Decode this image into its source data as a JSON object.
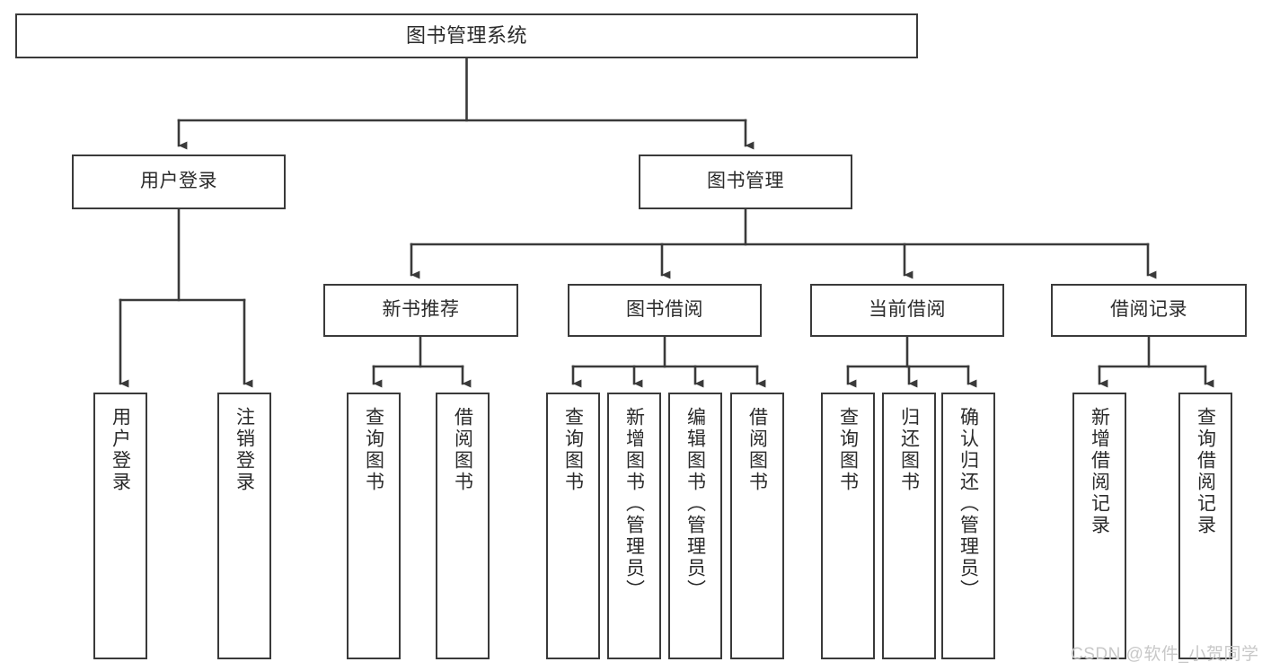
{
  "diagram": {
    "title": "图书管理系统",
    "type": "功能结构图",
    "line_color": "#3a3a3a",
    "text_color": "#2b2b2b",
    "background_color": "#ffffff",
    "watermark": "CSDN @软件_小贺同学",
    "watermark_color": "#c8c8c8"
  },
  "root": {
    "label": "图书管理系统"
  },
  "level2": [
    {
      "label": "用户登录"
    },
    {
      "label": "图书管理"
    }
  ],
  "level3": [
    {
      "label": "新书推荐"
    },
    {
      "label": "图书借阅"
    },
    {
      "label": "当前借阅"
    },
    {
      "label": "借阅记录"
    }
  ],
  "leaves": {
    "user_login": [
      {
        "label": "用户登录"
      },
      {
        "label": "注销登录"
      }
    ],
    "new_book_recommend": [
      {
        "label": "查询图书"
      },
      {
        "label": "借阅图书"
      }
    ],
    "book_borrow": [
      {
        "label": "查询图书"
      },
      {
        "label": "新增图书（管理员）"
      },
      {
        "label": "编辑图书（管理员）"
      },
      {
        "label": "借阅图书"
      }
    ],
    "current_borrow": [
      {
        "label": "查询图书"
      },
      {
        "label": "归还图书"
      },
      {
        "label": "确认归还（管理员）"
      }
    ],
    "borrow_record": [
      {
        "label": "新增借阅记录"
      },
      {
        "label": "查询借阅记录"
      }
    ]
  }
}
